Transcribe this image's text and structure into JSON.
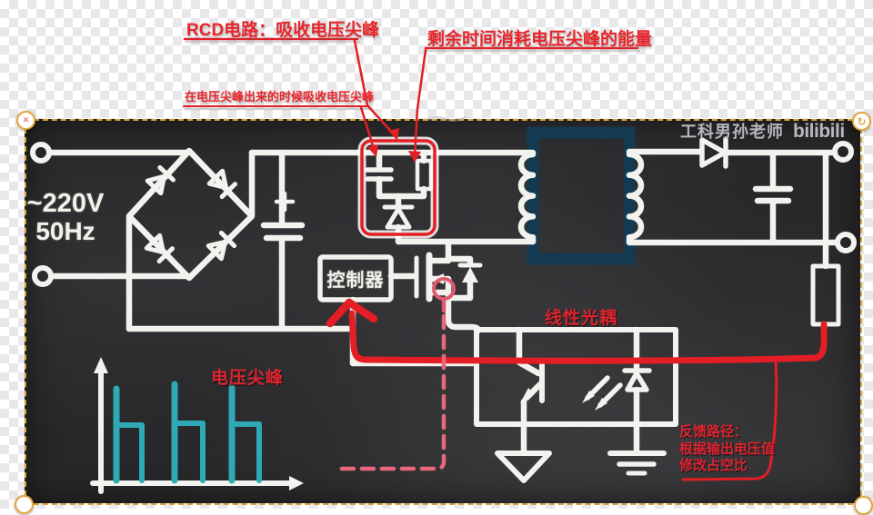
{
  "annotations": {
    "rcd_title": "RCD电路：吸收电压尖峰",
    "dissipate_note": "剩余时间消耗电压尖峰的能量",
    "absorb_note": "在电压尖峰出来的时候吸收电压尖峰",
    "opto_label": "线性光耦",
    "spike_label": "电压尖峰",
    "feedback_title": "反馈路径：",
    "feedback_line2": "根据输出电压值",
    "feedback_line3": "修改占空比"
  },
  "circuit": {
    "input_voltage": "~220V",
    "input_frequency": "50Hz",
    "controller_label": "控制器",
    "components": [
      "bridge-rectifier",
      "bulk-capacitor",
      "rcd-snubber",
      "flyback-transformer",
      "mosfet",
      "controller",
      "output-diode",
      "output-capacitor",
      "sense-resistor",
      "linear-optocoupler",
      "ground-symbols"
    ]
  },
  "watermark": {
    "author": "工科男孙老师",
    "platform": "bilibili"
  },
  "waveform": {
    "type": "pulse_train_with_leading_spikes",
    "label": "电压尖峰",
    "pulse_count": 3,
    "description": "square pulses each preceded by a tall narrow voltage spike"
  },
  "handles": {
    "delete_glyph": "✕",
    "rotate_glyph": "↻"
  },
  "colors": {
    "annotation_red": "#e8252b",
    "chalk_white": "#f2f2ee",
    "board_dark": "#28282a",
    "core_navy": "#143a52",
    "waveform_teal": "#2fa9b5",
    "dash_pink": "#e8677a",
    "selection_orange": "#dba233"
  }
}
